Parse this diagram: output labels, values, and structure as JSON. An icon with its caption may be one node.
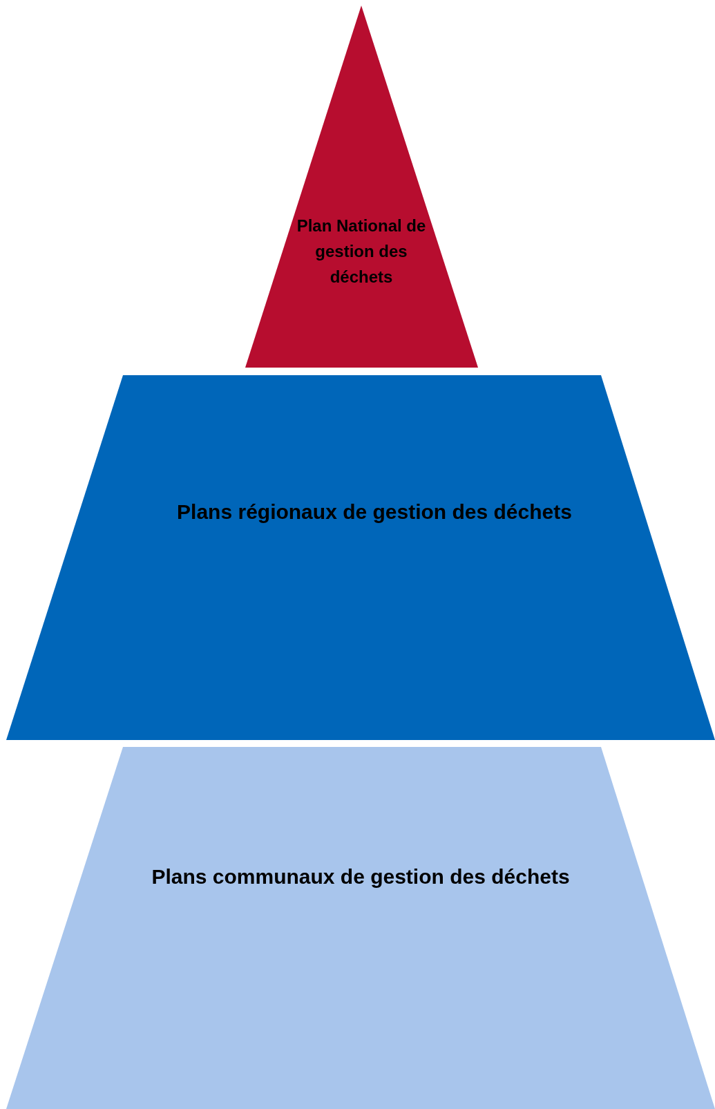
{
  "diagram": {
    "nodes": [
      {
        "text": [
          "Plan National de gestion des déchets"
        ]
      },
      {
        "text": [
          "Plans régionaux de gestion des déchets"
        ]
      },
      {
        "text": [
          "Plans communaux de gestion des déchets"
        ]
      }
    ]
  }
}
